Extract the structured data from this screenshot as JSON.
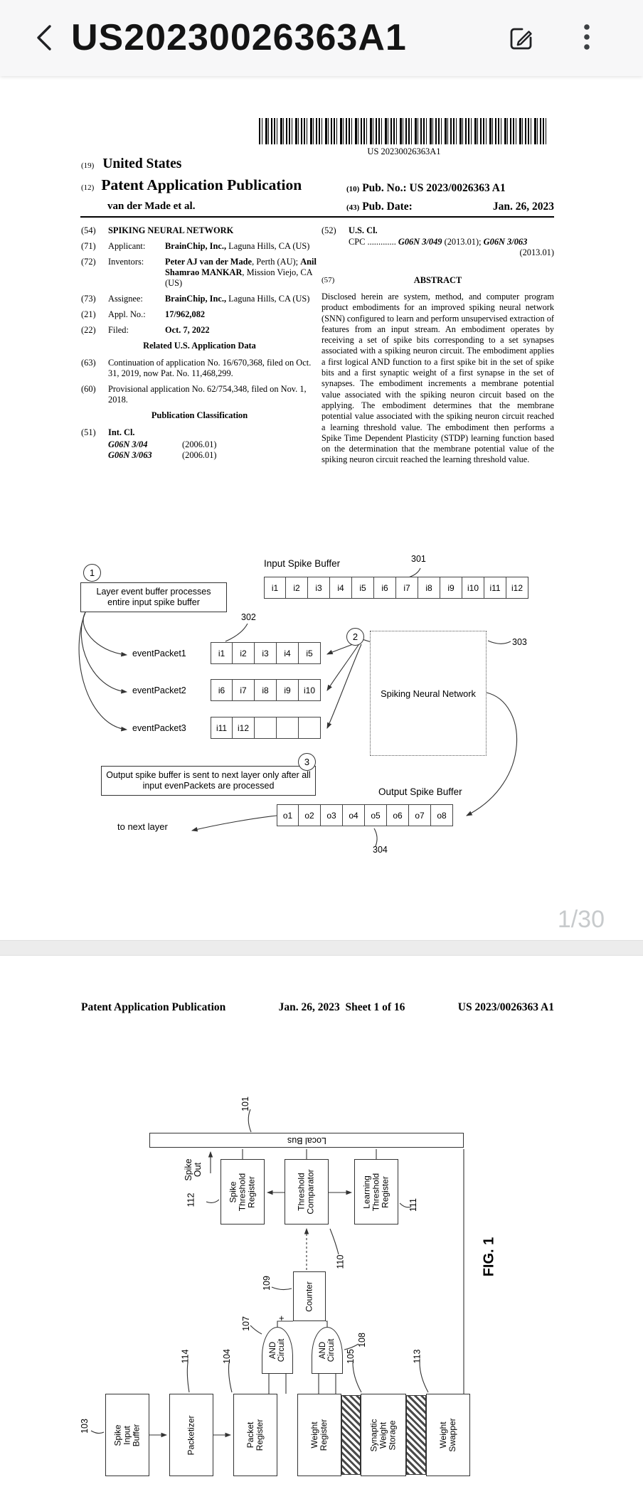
{
  "app_bar": {
    "title": "US20230026363A1"
  },
  "viewer": {
    "page_indicator": "1/30"
  },
  "page1": {
    "barcode_caption": "US 20230026363A1",
    "masthead": {
      "kind_num": "(19)",
      "country": "United States",
      "type_num": "(12)",
      "doc_type": "Patent Application Publication",
      "authors": "van der Made et al.",
      "pub_no_num": "(10)",
      "pub_no_label": "Pub. No.:",
      "pub_no_value": "US 2023/0026363 A1",
      "pub_date_num": "(43)",
      "pub_date_label": "Pub. Date:",
      "pub_date_value": "Jan. 26, 2023"
    },
    "biblio": {
      "title_num": "(54)",
      "title": "SPIKING NEURAL NETWORK",
      "applicant_num": "(71)",
      "applicant_label": "Applicant:",
      "applicant_segments": [
        {
          "t": "BrainChip, Inc.,",
          "b": true
        },
        {
          "t": " Laguna Hills, CA (US)"
        }
      ],
      "inventors_num": "(72)",
      "inventors_label": "Inventors:",
      "inventors_segments": [
        {
          "t": "Peter AJ van der Made",
          "b": true
        },
        {
          "t": ", Perth (AU); "
        },
        {
          "t": "Anil Shamrao MANKAR",
          "b": true
        },
        {
          "t": ", Mission Viejo, CA (US)"
        }
      ],
      "assignee_num": "(73)",
      "assignee_label": "Assignee:",
      "assignee_segments": [
        {
          "t": "BrainChip, Inc.,",
          "b": true
        },
        {
          "t": " Laguna Hills, CA (US)"
        }
      ],
      "appl_num": "(21)",
      "appl_label": "Appl. No.:",
      "appl_value": "17/962,082",
      "filed_num": "(22)",
      "filed_label": "Filed:",
      "filed_value": "Oct. 7, 2022",
      "related_heading": "Related U.S. Application Data",
      "related63_num": "(63)",
      "related63_text": "Continuation of application No. 16/670,368, filed on Oct. 31, 2019, now Pat. No. 11,468,299.",
      "related60_num": "(60)",
      "related60_text": "Provisional application No. 62/754,348, filed on Nov. 1, 2018.",
      "pubclass_heading": "Publication Classification",
      "intcl_num": "(51)",
      "intcl_label": "Int. Cl.",
      "intcl_rows": [
        {
          "cls": "G06N 3/04",
          "year": "(2006.01)"
        },
        {
          "cls": "G06N 3/063",
          "year": "(2006.01)"
        }
      ],
      "uscl_num": "(52)",
      "uscl_label": "U.S. Cl.",
      "cpc_line1_segments": [
        {
          "t": "CPC ............. "
        },
        {
          "t": "G06N 3/049",
          "b": true,
          "i": true
        },
        {
          "t": " (2013.01); "
        },
        {
          "t": "G06N 3/063",
          "b": true,
          "i": true
        }
      ],
      "cpc_line2": "(2013.01)",
      "abstract_num": "(57)",
      "abstract_heading": "ABSTRACT",
      "abstract_text": "Disclosed herein are system, method, and computer program product embodiments for an improved spiking neural network (SNN) configured to learn and perform unsupervised extraction of features from an input stream. An embodiment operates by receiving a set of spike bits corresponding to a set synapses associated with a spiking neuron circuit. The embodiment applies a first logical AND function to a first spike bit in the set of spike bits and a first synaptic weight of a first synapse in the set of synapses. The embodiment increments a membrane potential value associated with the spiking neuron circuit based on the applying. The embodiment determines that the membrane potential value associated with the spiking neuron circuit reached a learning threshold value. The embodiment then performs a Spike Time Dependent Plasticity (STDP) learning function based on the determination that the membrane potential value of the spiking neuron circuit reached the learning threshold value."
    },
    "figure": {
      "step1": "1",
      "note1": "Layer event buffer processes entire input spike buffer",
      "input_buffer_label": "Input Spike Buffer",
      "ref301": "301",
      "input_cells": [
        "i1",
        "i2",
        "i3",
        "i4",
        "i5",
        "i6",
        "i7",
        "i8",
        "i9",
        "i10",
        "i11",
        "i12"
      ],
      "ref302": "302",
      "packets": [
        {
          "label": "eventPacket1",
          "cells": [
            "i1",
            "i2",
            "i3",
            "i4",
            "i5"
          ]
        },
        {
          "label": "eventPacket2",
          "cells": [
            "i6",
            "i7",
            "i8",
            "i9",
            "i10"
          ]
        },
        {
          "label": "eventPacket3",
          "cells": [
            "i11",
            "i12",
            "",
            "",
            ""
          ]
        }
      ],
      "step2": "2",
      "snn_label": "Spiking Neural Network",
      "ref303": "303",
      "step3": "3",
      "note3": "Output spike buffer is sent to next layer only after all input evenPackets are processed",
      "output_buffer_label": "Output Spike Buffer",
      "output_cells": [
        "o1",
        "o2",
        "o3",
        "o4",
        "o5",
        "o6",
        "o7",
        "o8"
      ],
      "ref304": "304",
      "to_next_layer": "to next layer"
    }
  },
  "page2": {
    "header": {
      "left": "Patent Application Publication",
      "center": "Jan. 26, 2023  Sheet 1 of 16",
      "right": "US 2023/0026363 A1"
    },
    "fig1": {
      "caption": "FIG. 1",
      "local_bus": "Local Bus",
      "spike_out": "Spike Out",
      "plus": "+",
      "boxes": {
        "spike_threshold_register": "Spike Threshold Register",
        "threshold_comparator": "Threshold Comparator",
        "learning_threshold_register": "Learning Threshold Register",
        "counter": "Counter",
        "and1": "AND Circuit",
        "and2": "AND Circuit",
        "spike_input_buffer": "Spike Input Buffer",
        "packetizer": "Packetizer",
        "packet_register": "Packet Register",
        "weight_register": "Weight Register",
        "synaptic_weight_storage": "Synaptic Weight Storage",
        "weight_swapper": "Weight Swapper"
      },
      "refs": {
        "r101": "101",
        "r103": "103",
        "r104": "104",
        "r105": "105",
        "r107": "107",
        "r108": "108",
        "r109": "109",
        "r110": "110",
        "r111": "111",
        "r112": "112",
        "r113": "113",
        "r114": "114"
      }
    }
  }
}
